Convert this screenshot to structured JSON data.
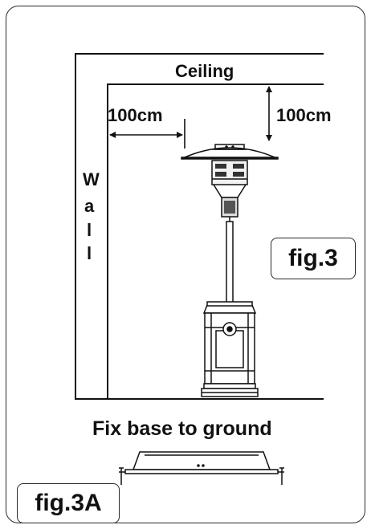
{
  "figure3": {
    "ceiling_label": "Ceiling",
    "wall_letters": [
      "W",
      "a",
      "l",
      "l"
    ],
    "distance_from_wall": "100cm",
    "distance_from_ceiling": "100cm",
    "badge": "fig.3"
  },
  "figure3a": {
    "caption": "Fix base to ground",
    "badge": "fig.3A"
  },
  "colors": {
    "line": "#111111",
    "frame": "#2a2a2a",
    "background": "#ffffff"
  }
}
